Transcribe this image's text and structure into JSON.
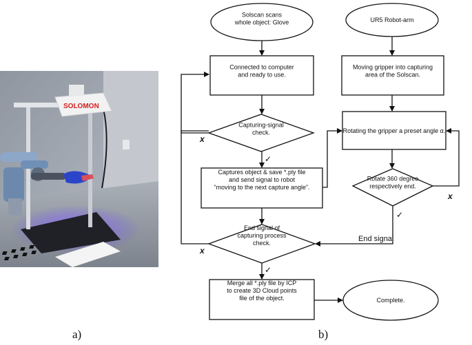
{
  "photo": {
    "brand_label": "SOLOMON"
  },
  "captions": {
    "a": "a)",
    "b": "b)"
  },
  "nodes": {
    "solscan": [
      "Solscan scans",
      "whole object: Glove"
    ],
    "ur5": [
      "UR5 Robot-arm"
    ],
    "connected": [
      "Connected to computer",
      "and ready to use."
    ],
    "moving": [
      "Moving gripper into capturing",
      "area of the Solscan."
    ],
    "capture_check": [
      "Capturing-signal",
      "check."
    ],
    "rotating": [
      "Rotating the gripper a preset angle α."
    ],
    "capture_save": [
      "Captures object & save *.ply file",
      "and send signal to robot",
      "“moving to the next capture angle”."
    ],
    "rotate360": [
      "Rotate 360 degree",
      "respectively end."
    ],
    "end_check": [
      "End signal of",
      "capturing process",
      "check."
    ],
    "merge": [
      "Merge all *.ply file by ICP",
      "to create 3D Cloud points",
      "file of the object."
    ],
    "complete": [
      "Complete."
    ]
  },
  "labels": {
    "x": "x",
    "check": "✓",
    "end_signal": "End signal"
  }
}
